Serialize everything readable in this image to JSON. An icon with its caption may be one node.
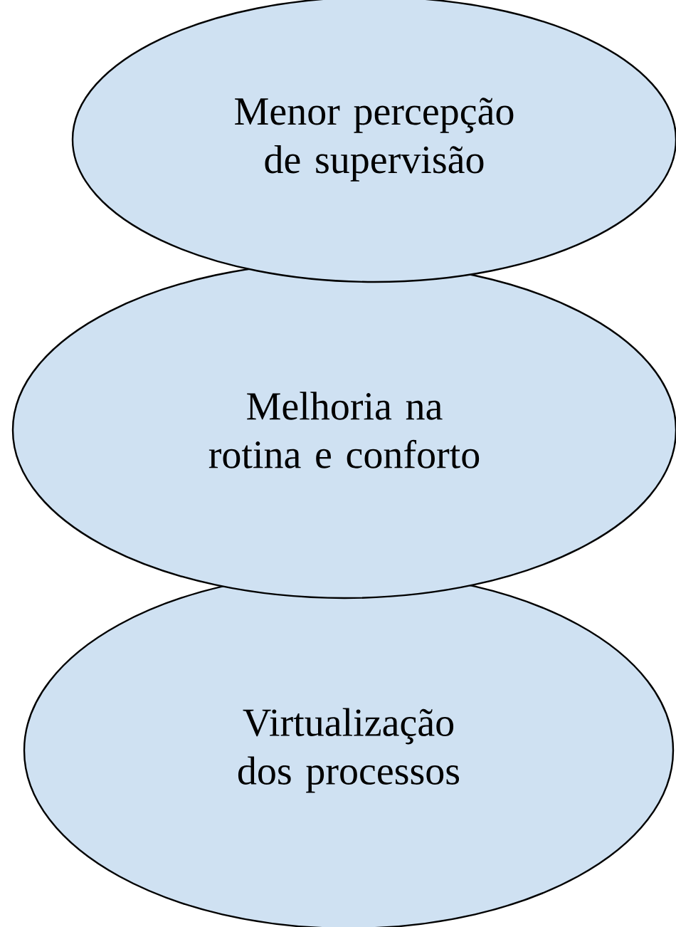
{
  "diagram": {
    "nodes": [
      {
        "text": [
          "Menor percepção de supervisão"
        ]
      },
      {
        "text": [
          "Melhoria na rotina e conforto"
        ]
      },
      {
        "text": [
          "Virtualização dos processos"
        ]
      }
    ]
  }
}
